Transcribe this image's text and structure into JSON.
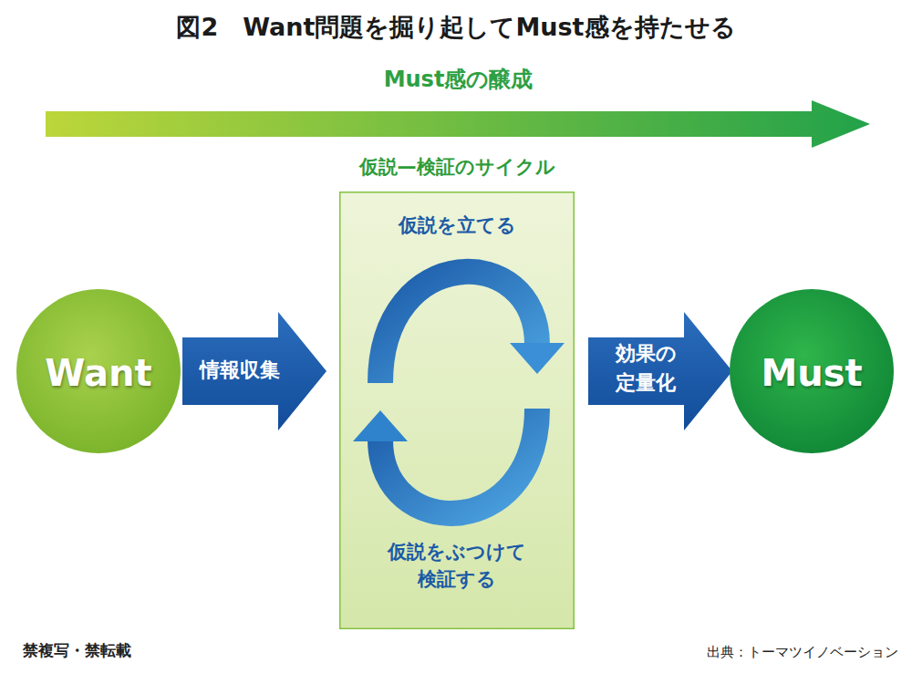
{
  "diagram": {
    "title": "図2　Want問題を掘り起してMust感を持たせる",
    "nodes": [
      {
        "text": [
          "Must感の醸成"
        ]
      },
      {
        "text": [
          "Want"
        ]
      },
      {
        "text": [
          "情報収集"
        ]
      },
      {
        "text": [
          "仮説—検証のサイクル",
          "仮説を立てる",
          "仮説をぶつけて 検証する"
        ]
      },
      {
        "text": [
          "効果の 定量化"
        ]
      },
      {
        "text": [
          "Must"
        ]
      }
    ],
    "labels": [
      "禁複写・禁転載",
      "出典：トーマツイノベーション"
    ]
  }
}
